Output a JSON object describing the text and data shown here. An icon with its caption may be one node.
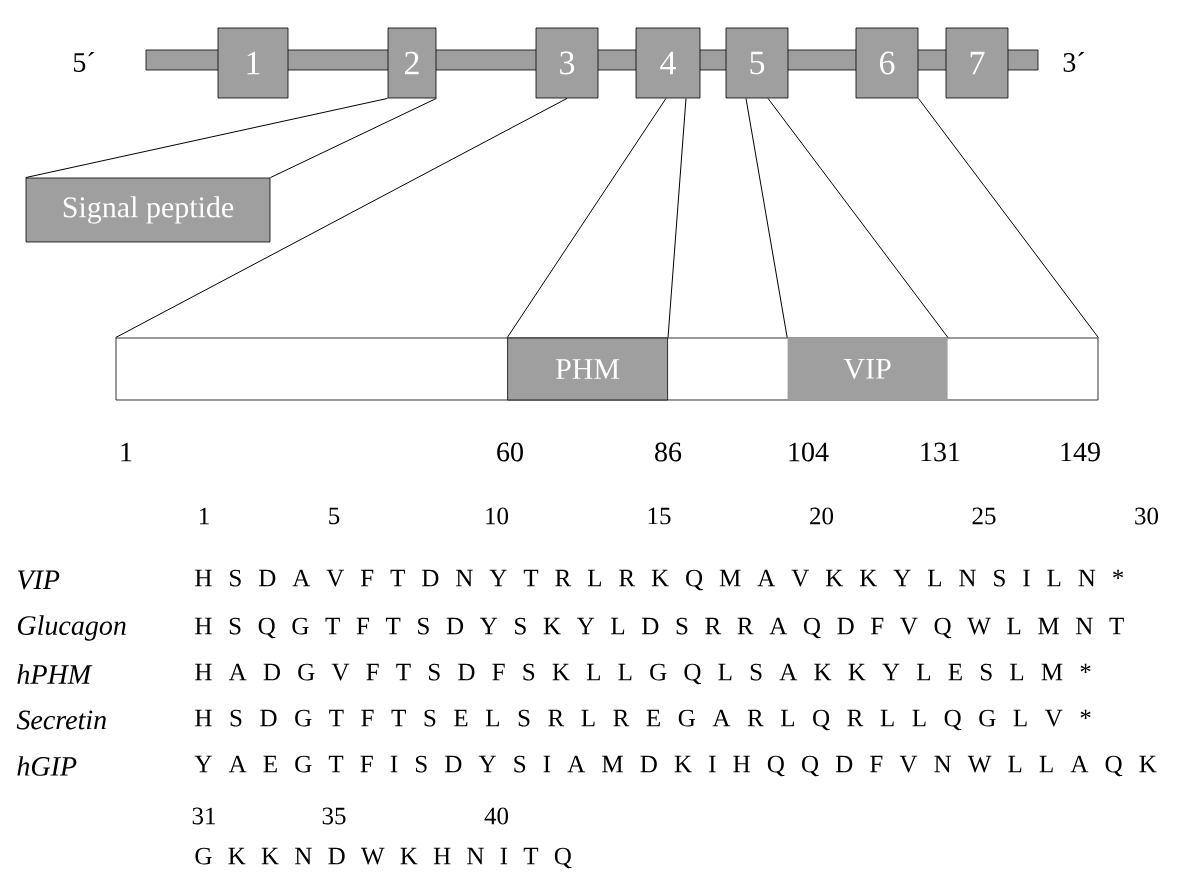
{
  "diagram": {
    "nodes": [
      {
        "text": [
          "1"
        ]
      },
      {
        "text": [
          "2"
        ]
      },
      {
        "text": [
          "3"
        ]
      },
      {
        "text": [
          "4"
        ]
      },
      {
        "text": [
          "5"
        ]
      },
      {
        "text": [
          "6"
        ]
      },
      {
        "text": [
          "7"
        ]
      },
      {
        "text": [
          "Signal peptide"
        ]
      },
      {
        "text": [],
        "shape": "bar"
      },
      {
        "text": [
          "PHM"
        ],
        "in": 8
      },
      {
        "text": [
          "VIP"
        ],
        "in": 8
      }
    ],
    "edges": [
      {
        "from": 1,
        "to": 7,
        "arrow": "none"
      },
      {
        "from": 1,
        "to": 7,
        "arrow": "none"
      },
      {
        "from": 2,
        "to": 8,
        "arrow": "none"
      },
      {
        "from": 3,
        "to": 9,
        "arrow": "none"
      },
      {
        "from": 3,
        "to": 9,
        "arrow": "none"
      },
      {
        "from": 4,
        "to": 10,
        "arrow": "none"
      },
      {
        "from": 4,
        "to": 10,
        "arrow": "none"
      },
      {
        "from": 5,
        "to": 8,
        "arrow": "none"
      }
    ],
    "labels": [
      "5´",
      "3´",
      "1",
      "60",
      "86",
      "104",
      "131",
      "149",
      "1",
      "5",
      "10",
      "15",
      "20",
      "25",
      "30",
      "VIP",
      "H S D A V F T D N Y T R L R K Q M A V K K Y L N S I L N *",
      "Glucagon",
      "H S Q G T F T S D Y S K Y L D S R R A Q D F V Q W L M N T",
      "hPHM",
      "H A D G V F T S D F S K L L G Q L S A K K Y L E S L M *",
      "Secretin",
      "H S D G T F T S E L S R L R E G A R L Q R L L Q G L V *",
      "hGIP",
      "Y A E G T F I S D Y S I A M D K I H Q Q D F V N W L L A Q K",
      "31",
      "35",
      "40",
      "G K K N D W K H N I T Q"
    ]
  }
}
